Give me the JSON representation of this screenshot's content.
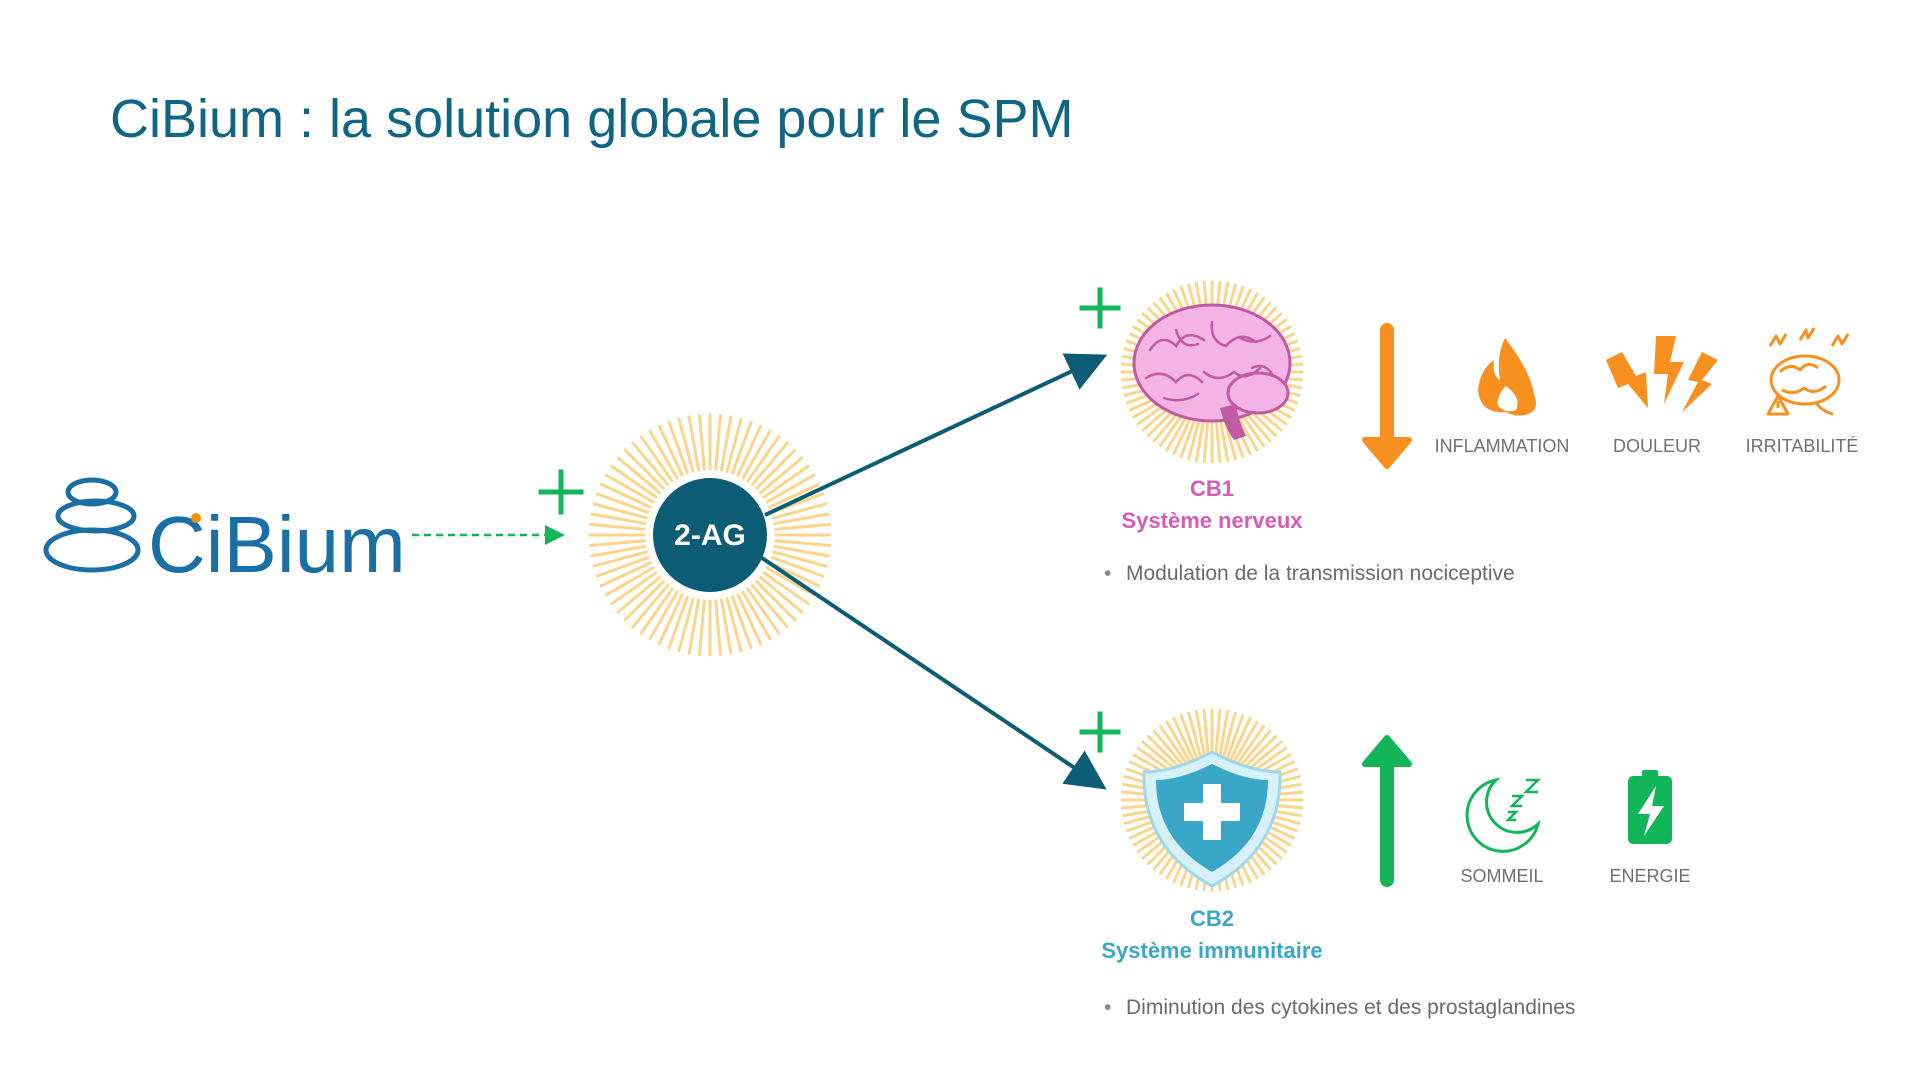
{
  "slide": {
    "title": "CiBium : la solution globale pour le SPM"
  },
  "logo": {
    "text": "CiBium",
    "color": "#1a6fa5",
    "accent_dot_color": "#f39200"
  },
  "molecule": {
    "label": "2-AG",
    "color": "#0d5c75"
  },
  "receptors": [
    {
      "name": "CB1",
      "system": "Système nerveux",
      "color": "#d65cb8",
      "icon": "brain-icon",
      "direction": "down",
      "arrow_color": "#f7901e",
      "effects": [
        {
          "label": "INFLAMMATION",
          "icon": "flame-icon"
        },
        {
          "label": "DOULEUR",
          "icon": "lightning-pain-icon"
        },
        {
          "label": "IRRITABILITÉ",
          "icon": "stressed-brain-icon"
        }
      ],
      "bullet": "Modulation de la transmission nociceptive"
    },
    {
      "name": "CB2",
      "system": "Système immunitaire",
      "color": "#3aa7c9",
      "icon": "shield-cross-icon",
      "direction": "up",
      "arrow_color": "#12b558",
      "effects": [
        {
          "label": "SOMMEIL",
          "icon": "moon-sleep-icon"
        },
        {
          "label": "ENERGIE",
          "icon": "battery-charge-icon"
        }
      ],
      "bullet": "Diminution des cytokines et des prostaglandines"
    }
  ],
  "colors": {
    "title": "#0e6683",
    "plus": "#12b558",
    "ray": "#fbd58c",
    "connector": "#0d5c75",
    "dashed_arrow": "#12b558"
  }
}
